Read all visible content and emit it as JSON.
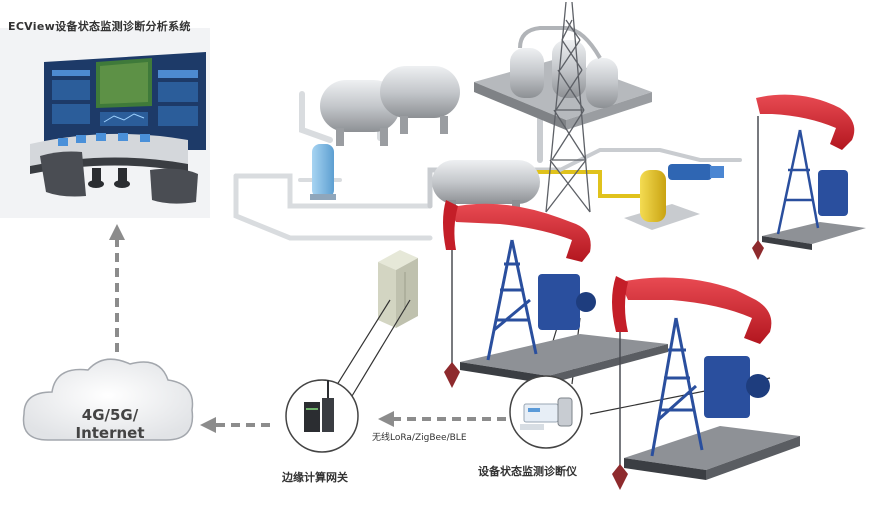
{
  "title": "ECView设备状态监测诊断分析系统",
  "cloud": {
    "line1": "4G/5G/",
    "line2": "Internet"
  },
  "gateway": {
    "label": "边缘计算网关"
  },
  "protocol": {
    "label": "无线LoRa/ZigBee/BLE"
  },
  "device": {
    "label": "设备状态监测诊断仪"
  },
  "colors": {
    "pump_red": "#d4242f",
    "pump_blue": "#2a4f9e",
    "tank_silver": "#c9ccd0",
    "arrow_gray": "#8c8c8c",
    "yellow_tank": "#e4c21f",
    "screen_green": "#3f7a3a"
  },
  "icons": [
    "control-room-icon",
    "cloud-icon",
    "gateway-icon",
    "sensor-device-icon",
    "pump-jack-icon",
    "storage-tank-icon",
    "tower-icon",
    "cabinet-icon"
  ]
}
